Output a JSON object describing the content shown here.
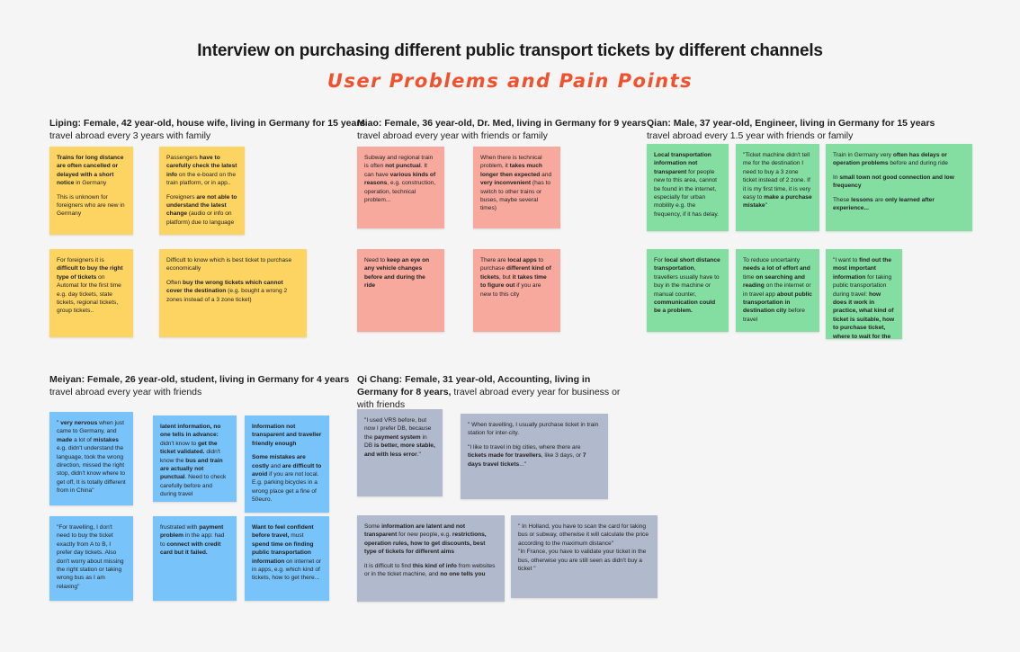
{
  "title": "Interview on purchasing different public transport tickets by different channels",
  "subtitle": "User Problems and Pain Points",
  "colors": {
    "subtitle": "#f0522d",
    "yellow": "#fdd361",
    "pink": "#f8a99e",
    "green": "#84dda1",
    "blue": "#79c3fb",
    "grey": "#b1b9cc"
  },
  "personas": [
    {
      "name": "Liping: Female, 42 year-old, house wife, living in Germany for 15 years",
      "travel": "travel abroad every 3 years with family",
      "notes": [
        {
          "color": "yellow",
          "paragraphs": [
            [
              {
                "t": "Trains for long distance are often cancelled or delayed with a short notice",
                "b": true
              },
              {
                "t": " in Germany"
              }
            ],
            [
              {
                "t": "This is unknown for foreigners who are new in Germany"
              }
            ]
          ]
        },
        {
          "color": "yellow",
          "paragraphs": [
            [
              {
                "t": "Passengers "
              },
              {
                "t": "have to carefully check the latest info",
                "b": true
              },
              {
                "t": " on the e-board on the train platform, or in app.."
              }
            ],
            [
              {
                "t": "Foreigners "
              },
              {
                "t": "are not able to understand the latest change",
                "b": true
              },
              {
                "t": " (audio or info on platform) due to language"
              }
            ]
          ]
        },
        {
          "color": "yellow",
          "paragraphs": [
            [
              {
                "t": "For foreigners it is "
              },
              {
                "t": "difficult to buy the right type of tickets",
                "b": true
              },
              {
                "t": " on Automat for the first time e.g. day tickets, state tickets, regional tickets, group tickets.."
              }
            ]
          ]
        },
        {
          "color": "yellow",
          "paragraphs": [
            [
              {
                "t": "Difficult to know which is best ticket to purchase economically"
              }
            ],
            [
              {
                "t": "Often "
              },
              {
                "t": "buy the wrong tickets which cannot cover the destination",
                "b": true
              },
              {
                "t": " (e.g. bought a wrong 2 zones instead of a 3 zone ticket)"
              }
            ]
          ]
        }
      ]
    },
    {
      "name": "Miao: Female, 36 year-old, Dr. Med, living in Germany for 9 years",
      "travel": "travel abroad every year with friends or family",
      "notes": [
        {
          "color": "pink",
          "paragraphs": [
            [
              {
                "t": "Subway and regional train is often "
              },
              {
                "t": "not punctual",
                "b": true
              },
              {
                "t": ". It can have "
              },
              {
                "t": "various kinds of reasons",
                "b": true
              },
              {
                "t": ", e.g. construction, operation, technical problem..."
              }
            ]
          ]
        },
        {
          "color": "pink",
          "paragraphs": [
            [
              {
                "t": "When there is technical problem, it "
              },
              {
                "t": "takes much longer then expected",
                "b": true
              },
              {
                "t": " and "
              },
              {
                "t": "very inconvenient",
                "b": true
              },
              {
                "t": " (has to switch to other trains or buses, maybe several times)"
              }
            ]
          ]
        },
        {
          "color": "pink",
          "paragraphs": [
            [
              {
                "t": "Need to "
              },
              {
                "t": "keep an eye on any vehicle changes before and during the ride",
                "b": true
              }
            ]
          ]
        },
        {
          "color": "pink",
          "paragraphs": [
            [
              {
                "t": "There are "
              },
              {
                "t": "local apps",
                "b": true
              },
              {
                "t": " to purchase "
              },
              {
                "t": "different  kind of tickets",
                "b": true
              },
              {
                "t": ", but "
              },
              {
                "t": "it takes time to figure out",
                "b": true
              },
              {
                "t": " if you are new to this city"
              }
            ]
          ]
        }
      ]
    },
    {
      "name": "Qian: Male, 37 year-old, Engineer, living in Germany for 15 years",
      "travel": "travel abroad every 1.5 year with friends or family",
      "notes": [
        {
          "color": "green",
          "paragraphs": [
            [
              {
                "t": "Local transportation information not transparent",
                "b": true
              },
              {
                "t": " for people new to this area, cannot be found in the internet, especially for urban mobility e.g. the frequency, if it has delay."
              }
            ]
          ]
        },
        {
          "color": "green",
          "paragraphs": [
            [
              {
                "t": "\"Ticket machine didn't tell me for the destination I need to buy a 3 zone ticket instead of 2 zone. If it is my first time, it is very easy to "
              },
              {
                "t": "make a purchase mistake",
                "b": true
              },
              {
                "t": "\""
              }
            ]
          ]
        },
        {
          "color": "green",
          "paragraphs": [
            [
              {
                "t": "Train in Germany very "
              },
              {
                "t": "often has delays or operation problems",
                "b": true
              },
              {
                "t": " before and during ride"
              }
            ],
            [
              {
                "t": "In "
              },
              {
                "t": "small town not good connection and low frequency",
                "b": true
              }
            ],
            [
              {
                "t": "These "
              },
              {
                "t": "lessons",
                "b": true
              },
              {
                "t": " are "
              },
              {
                "t": "only learned after experience...",
                "b": true
              }
            ]
          ]
        },
        {
          "color": "green",
          "paragraphs": [
            [
              {
                "t": "For "
              },
              {
                "t": "local short distance transportation",
                "b": true
              },
              {
                "t": ", travellers usually have to buy in the machine or manual counter, "
              },
              {
                "t": "communication could be a problem.",
                "b": true
              }
            ]
          ]
        },
        {
          "color": "green",
          "paragraphs": [
            [
              {
                "t": "To reduce uncertainty "
              },
              {
                "t": "needs a lot of effort and",
                "b": true
              },
              {
                "t": " time "
              },
              {
                "t": "on searching and reading",
                "b": true
              },
              {
                "t": " on the internet  or in travel app "
              },
              {
                "t": "about public transportation in destination city",
                "b": true
              },
              {
                "t": " before travel"
              }
            ]
          ]
        },
        {
          "color": "green",
          "paragraphs": [
            [
              {
                "t": "\"I want to "
              },
              {
                "t": "find out the most important information",
                "b": true
              },
              {
                "t": " for taking public transportation during travel: "
              },
              {
                "t": "how does it work in practice, what kind of ticket is suitable, how to purchase ticket, where to wait for the bus, where is the time plan",
                "b": true
              },
              {
                "t": "\""
              }
            ]
          ]
        }
      ]
    },
    {
      "name": "Meiyan: Female, 26 year-old, student, living in Germany for 4 years",
      "travel": "travel abroad every year with friends",
      "notes": [
        {
          "color": "blue",
          "paragraphs": [
            [
              {
                "t": "\" "
              },
              {
                "t": "very nervous",
                "b": true
              },
              {
                "t": " when just came to Germany, and "
              },
              {
                "t": "made",
                "b": true
              },
              {
                "t": " a lot of "
              },
              {
                "t": "mistakes",
                "b": true
              },
              {
                "t": " e.g. didn't understand the language, took the wrong direction, missed the right stop, didn't know where to get off,  It is totally different from in China\""
              }
            ]
          ]
        },
        {
          "color": "blue",
          "paragraphs": [
            [
              {
                "t": "latent information, no one tells in advance:",
                "b": true
              },
              {
                "t": " didn't know to "
              },
              {
                "t": "get the ticket validated.",
                "b": true
              },
              {
                "t": " didn't know the "
              },
              {
                "t": "bus and train are actually not punctual",
                "b": true
              },
              {
                "t": ". Need to check carefully before and during travel"
              }
            ]
          ]
        },
        {
          "color": "blue",
          "paragraphs": [
            [
              {
                "t": "Information not transparent and traveller friendly enough",
                "b": true
              }
            ],
            [
              {
                "t": "Some mistakes are costly",
                "b": true
              },
              {
                "t": " and "
              },
              {
                "t": "are difficult to avoid",
                "b": true
              },
              {
                "t": " if you are not local. E.g. parking bicycles in a wrong place get a fine of 50euro."
              }
            ]
          ]
        },
        {
          "color": "blue",
          "paragraphs": [
            [
              {
                "t": "\"For travelling, I don't need to buy the ticket exactly from A to B, I prefer day tickets. Also don't worry about missing the right station or taking wrong bus as I am relaxing\""
              }
            ]
          ]
        },
        {
          "color": "blue",
          "paragraphs": [
            [
              {
                "t": "frustrated with "
              },
              {
                "t": "payment problem",
                "b": true
              },
              {
                "t": " in the app: had to "
              },
              {
                "t": "connect with credit card but it failed.",
                "b": true
              }
            ]
          ]
        },
        {
          "color": "blue",
          "paragraphs": [
            [
              {
                "t": "Want to feel confident before travel,",
                "b": true
              },
              {
                "t": " must "
              },
              {
                "t": "spend time on finding public transportation information",
                "b": true
              },
              {
                "t": " on internet or in apps, e.g. which kind of tickets, how to get there..."
              }
            ]
          ]
        }
      ]
    },
    {
      "name": "Qi Chang: Female, 31 year-old, Accounting, living in Germany for 8 years,",
      "travel": " travel abroad every year for business or with friends",
      "notes": [
        {
          "color": "grey",
          "paragraphs": [
            [
              {
                "t": "\"I used VRS before, but now I prefer DB, because the "
              },
              {
                "t": "payment system",
                "b": true
              },
              {
                "t": " in DB "
              },
              {
                "t": "is better, more stable, and with less error",
                "b": true
              },
              {
                "t": ".\""
              }
            ]
          ]
        },
        {
          "color": "grey",
          "paragraphs": [
            [
              {
                "t": "\" When travelling, I usually purchase ticket in train station for inter-city."
              }
            ],
            [
              {
                "t": "\"I like to travel in big cities, where there are "
              },
              {
                "t": "tickets made for travellers",
                "b": true
              },
              {
                "t": ", like 3 days, or "
              },
              {
                "t": "7 days travel tickets",
                "b": true
              },
              {
                "t": "...\""
              }
            ]
          ]
        },
        {
          "color": "grey",
          "paragraphs": [
            [
              {
                "t": "Some "
              },
              {
                "t": "information are latent and not transparent",
                "b": true
              },
              {
                "t": " for new people, e.g. "
              },
              {
                "t": "restrictions, operation rules, how to get discounts, best type of tickets for different aims",
                "b": true
              }
            ],
            [
              {
                "t": "it is difficult to find "
              },
              {
                "t": "this kind of info",
                "b": true
              },
              {
                "t": " from websites or in the ticket machine, and "
              },
              {
                "t": "no one tells you",
                "b": true
              }
            ]
          ]
        },
        {
          "color": "grey",
          "paragraphs": [
            [
              {
                "t": "\" In Holland, you have to scan the card for taking bus or subway, otherwise it will calculate the price according to the maximum distance\""
              },
              {
                "t": "\"In France, you have to validate your ticket in the bus, otherwise you are still seen as didn't buy a ticket  \"",
                "br": true
              }
            ]
          ]
        }
      ]
    }
  ]
}
